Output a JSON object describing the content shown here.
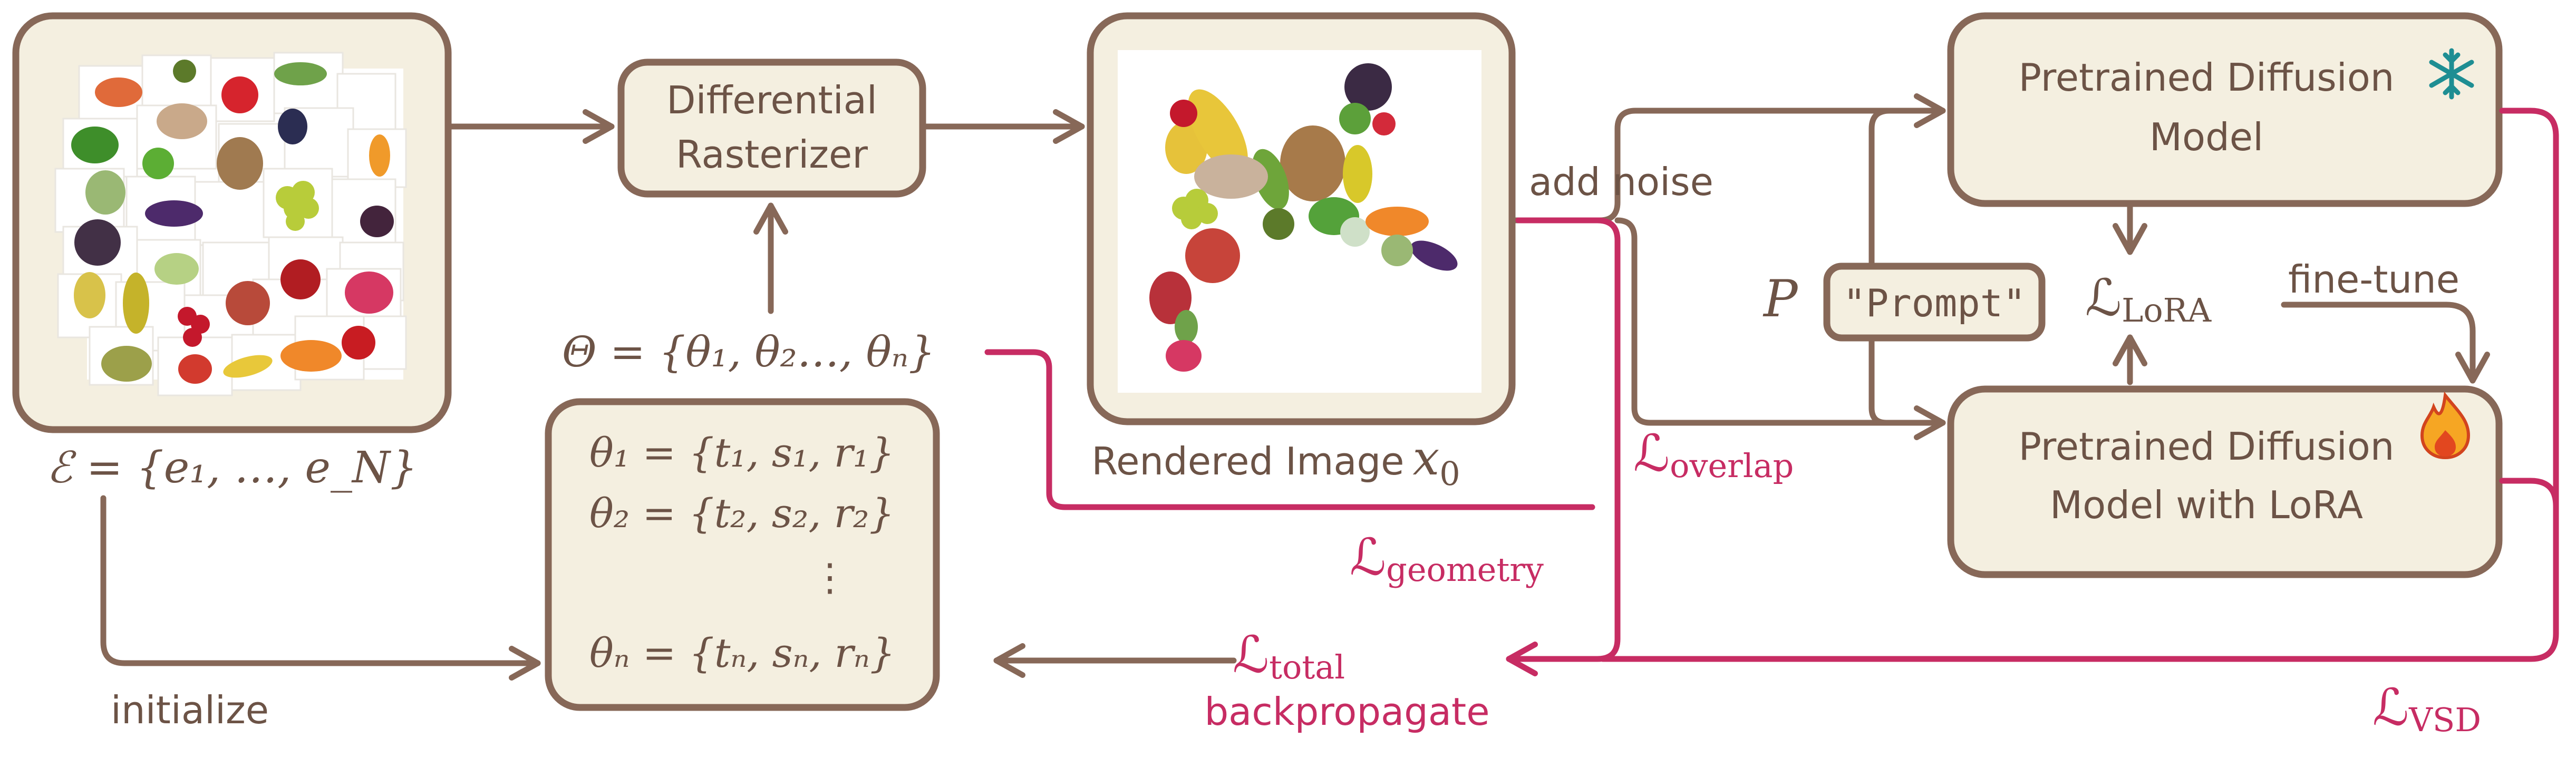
{
  "nodes": {
    "rasterizer": {
      "line1": "Differential",
      "line2": "Rasterizer"
    },
    "rendered": {
      "caption": "Rendered Image",
      "var": "x",
      "sub": "0"
    },
    "pretrained": {
      "line1": "Pretrained Diffusion",
      "line2": "Model"
    },
    "lora_model": {
      "line1": "Pretrained Diffusion",
      "line2": "Model with LoRA"
    },
    "prompt": {
      "text": "\"Prompt\""
    },
    "params": {
      "row1": "θ₁ = {t₁, s₁, r₁}",
      "row2": "θ₂ = {t₂, s₂, r₂}",
      "dots": "⋮",
      "rown": "θₙ = {tₙ, sₙ, rₙ}"
    }
  },
  "math": {
    "elements": "ℰ = {e₁, …, e_N}",
    "theta": "Θ = {θ₁, θ₂…, θₙ}",
    "p": "P",
    "l_lora": {
      "main": "ℒ",
      "sub": "LoRA"
    },
    "l_overlap": {
      "main": "ℒ",
      "sub": "overlap"
    },
    "l_geometry": {
      "main": "ℒ",
      "sub": "geometry"
    },
    "l_total": {
      "main": "ℒ",
      "sub": "total"
    },
    "l_vsd": {
      "main": "ℒ",
      "sub": "VSD"
    }
  },
  "edge_labels": {
    "add_noise": "add noise",
    "fine_tune": "fine-tune",
    "initialize": "initialize",
    "backpropagate": "backpropagate"
  },
  "icons": [
    "fruit-collage-image",
    "fruit-dog-image",
    "snowflake-icon",
    "fire-icon"
  ],
  "colors": {
    "brown": "#876858",
    "box_fill": "#f4efe0",
    "crimson": "#c72c63",
    "text": "#6c5346"
  }
}
